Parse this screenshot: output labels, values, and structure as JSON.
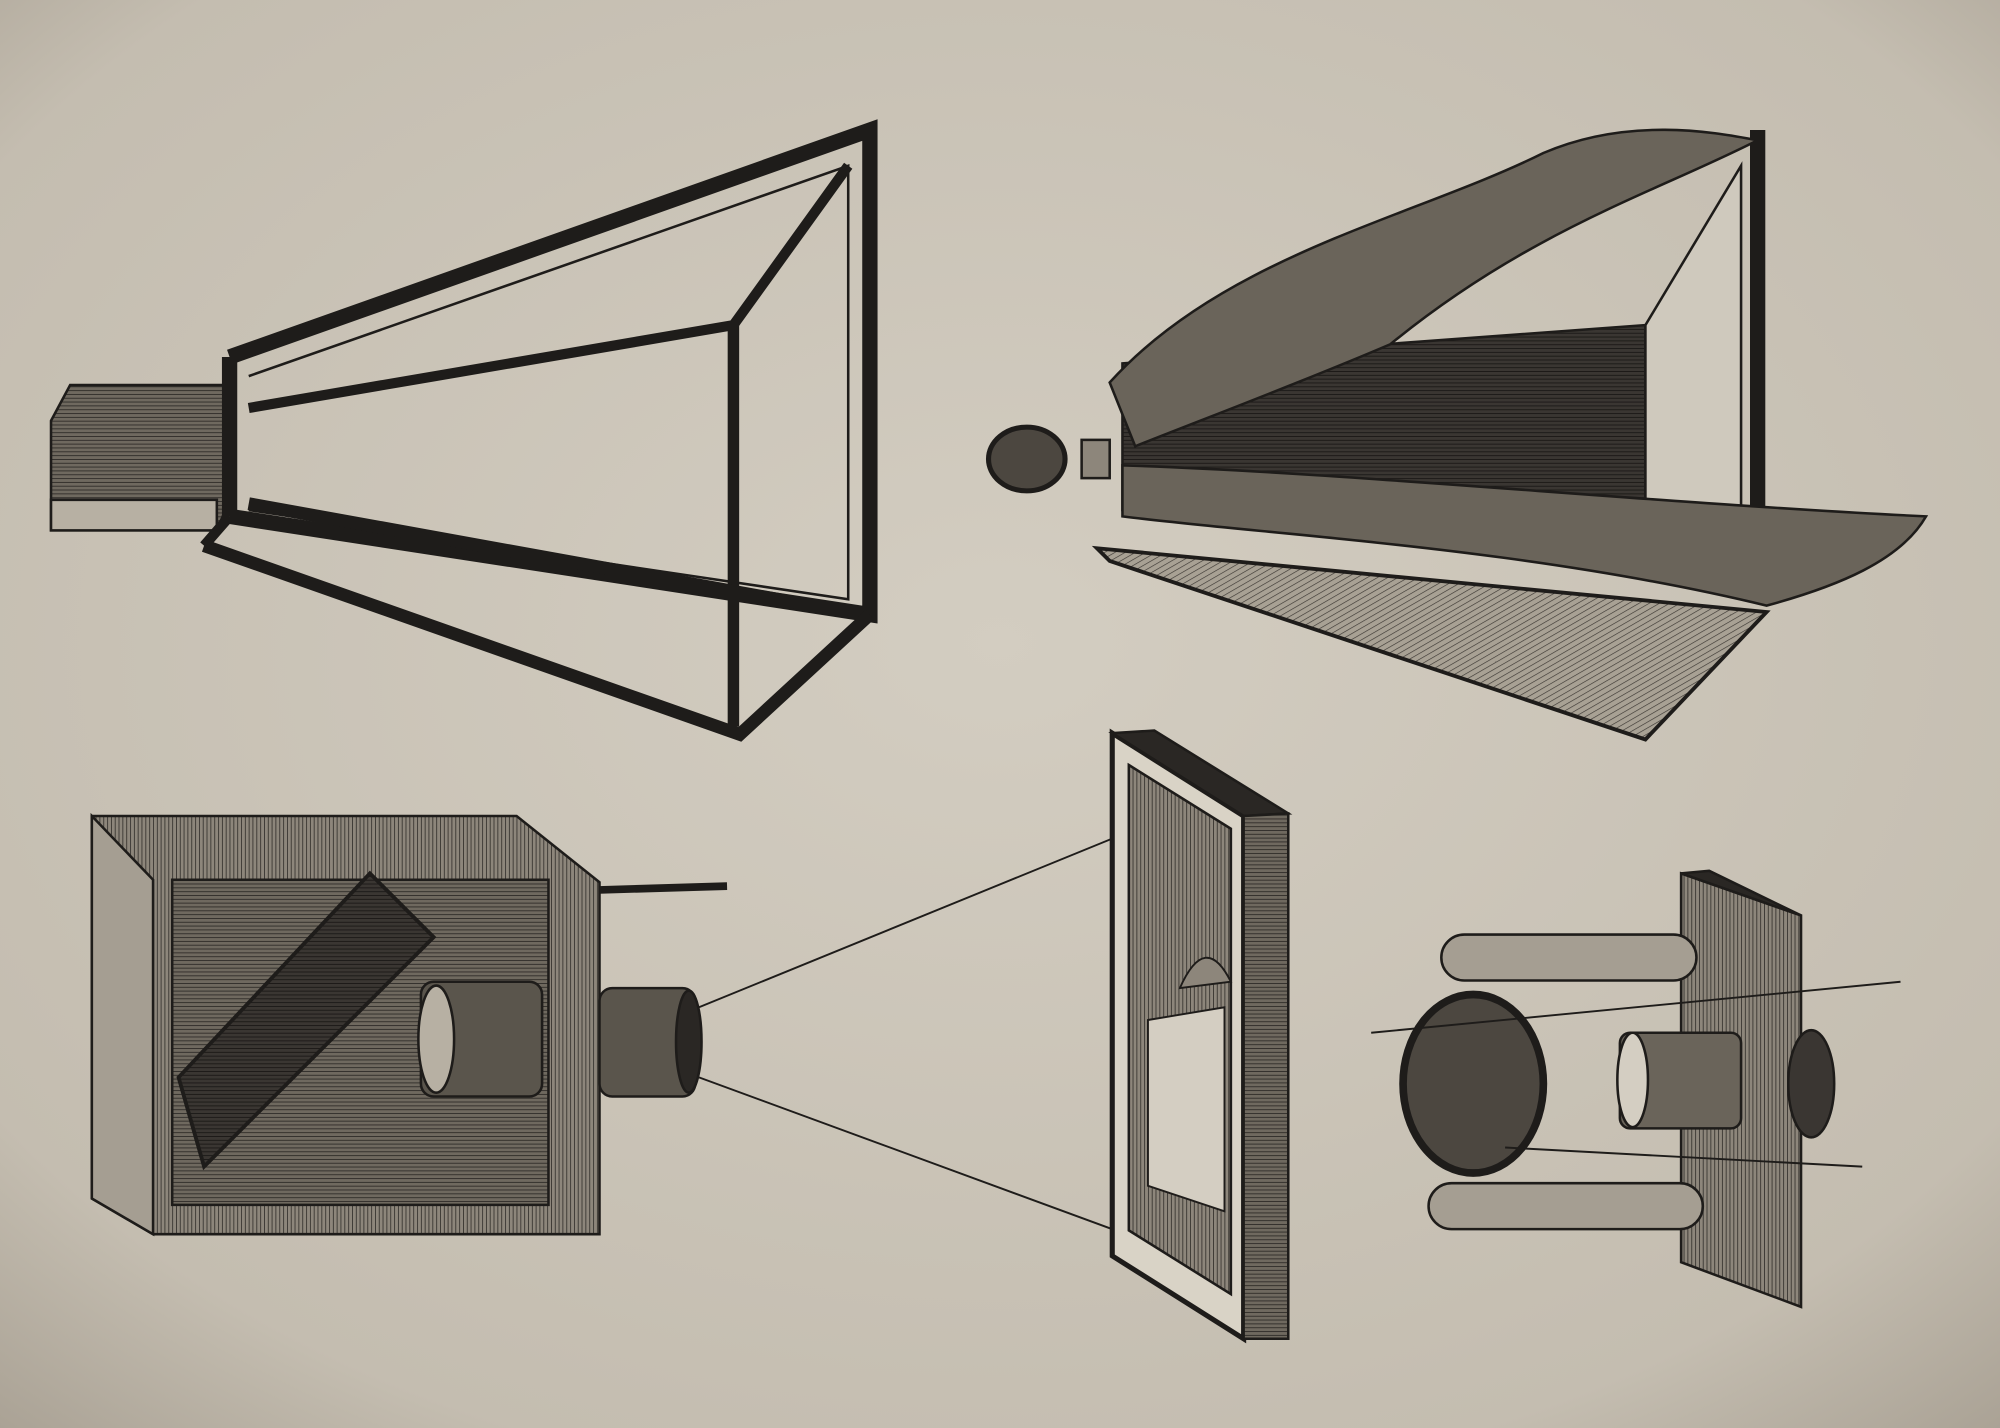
{
  "image": {
    "kind": "engraving",
    "colors": {
      "paper": "#cdc7bb",
      "paper_dark": "#b8b1a4",
      "ink": "#1e1c1a",
      "hatch": "#4a4641",
      "wood_light": "#8f887d"
    },
    "figures": [
      {
        "id": "open-frame-camera",
        "label": ""
      },
      {
        "id": "draped-camera-obscura",
        "label": ""
      },
      {
        "id": "box-camera-obscura",
        "label": ""
      },
      {
        "id": "projection-screen",
        "label": ""
      },
      {
        "id": "lens-mirror-assembly",
        "label": ""
      }
    ]
  }
}
